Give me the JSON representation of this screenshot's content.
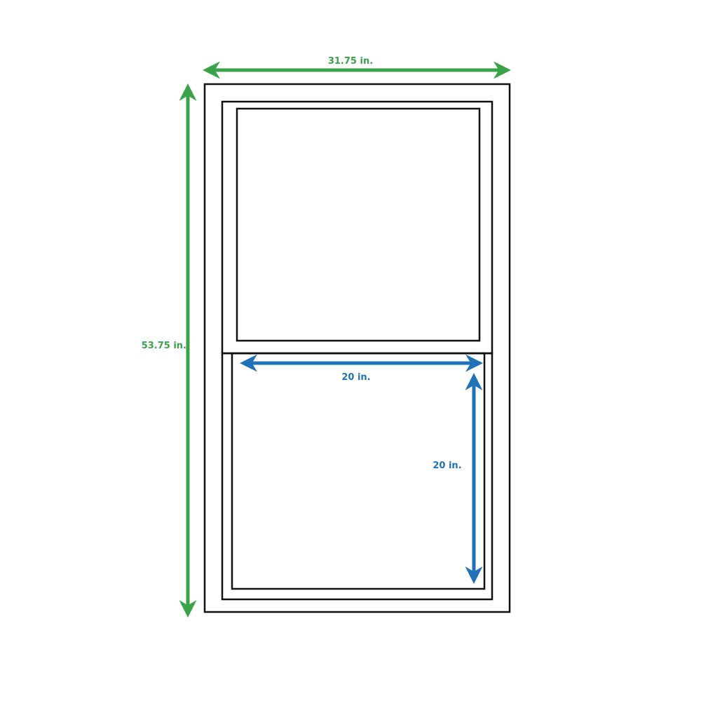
{
  "colors": {
    "overall_dimension": "#3aa34a",
    "opening_dimension": "#1f72b8",
    "frame": "#111111",
    "background": "#ffffff"
  },
  "dimensions": {
    "overall_width": "31.75 in.",
    "overall_height": "53.75 in.",
    "opening_width": "20 in.",
    "opening_height": "20 in."
  }
}
